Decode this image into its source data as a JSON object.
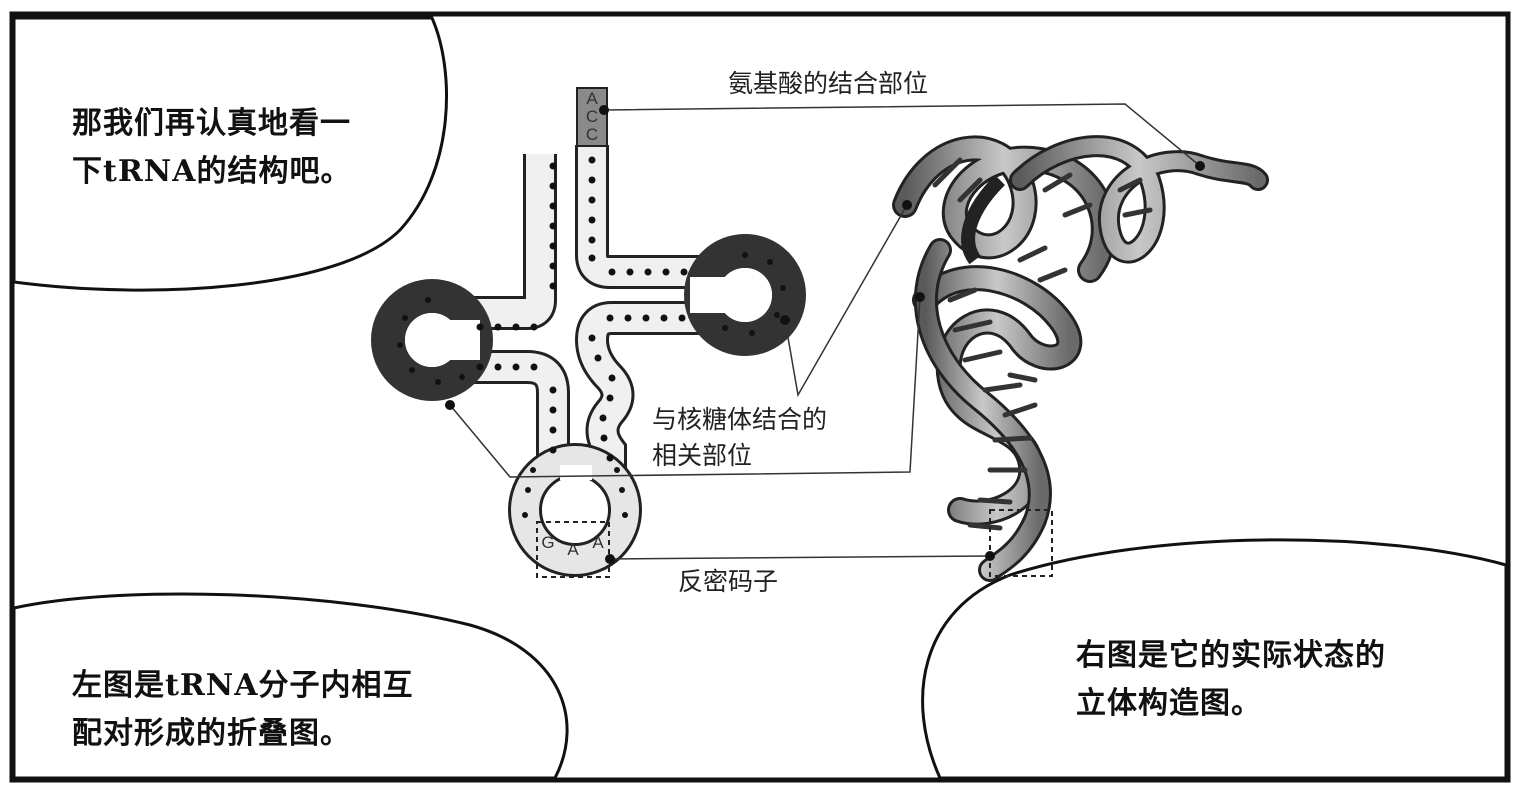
{
  "bubbles": {
    "top_left": [
      "那我们再认真地看一",
      "下tRNA的结构吧。"
    ],
    "bottom_left": [
      "左图是tRNA分子内相互",
      "配对形成的折叠图。"
    ],
    "bottom_right": [
      "右图是它的实际状态的",
      "立体构造图。"
    ]
  },
  "labels": {
    "amino_acid_site": "氨基酸的结合部位",
    "ribosome_site": [
      "与核糖体结合的",
      "相关部位"
    ],
    "anticodon": "反密码子"
  },
  "acceptor_end": [
    "A",
    "C",
    "C"
  ],
  "anticodon_bases": [
    "G",
    "A",
    "A"
  ]
}
